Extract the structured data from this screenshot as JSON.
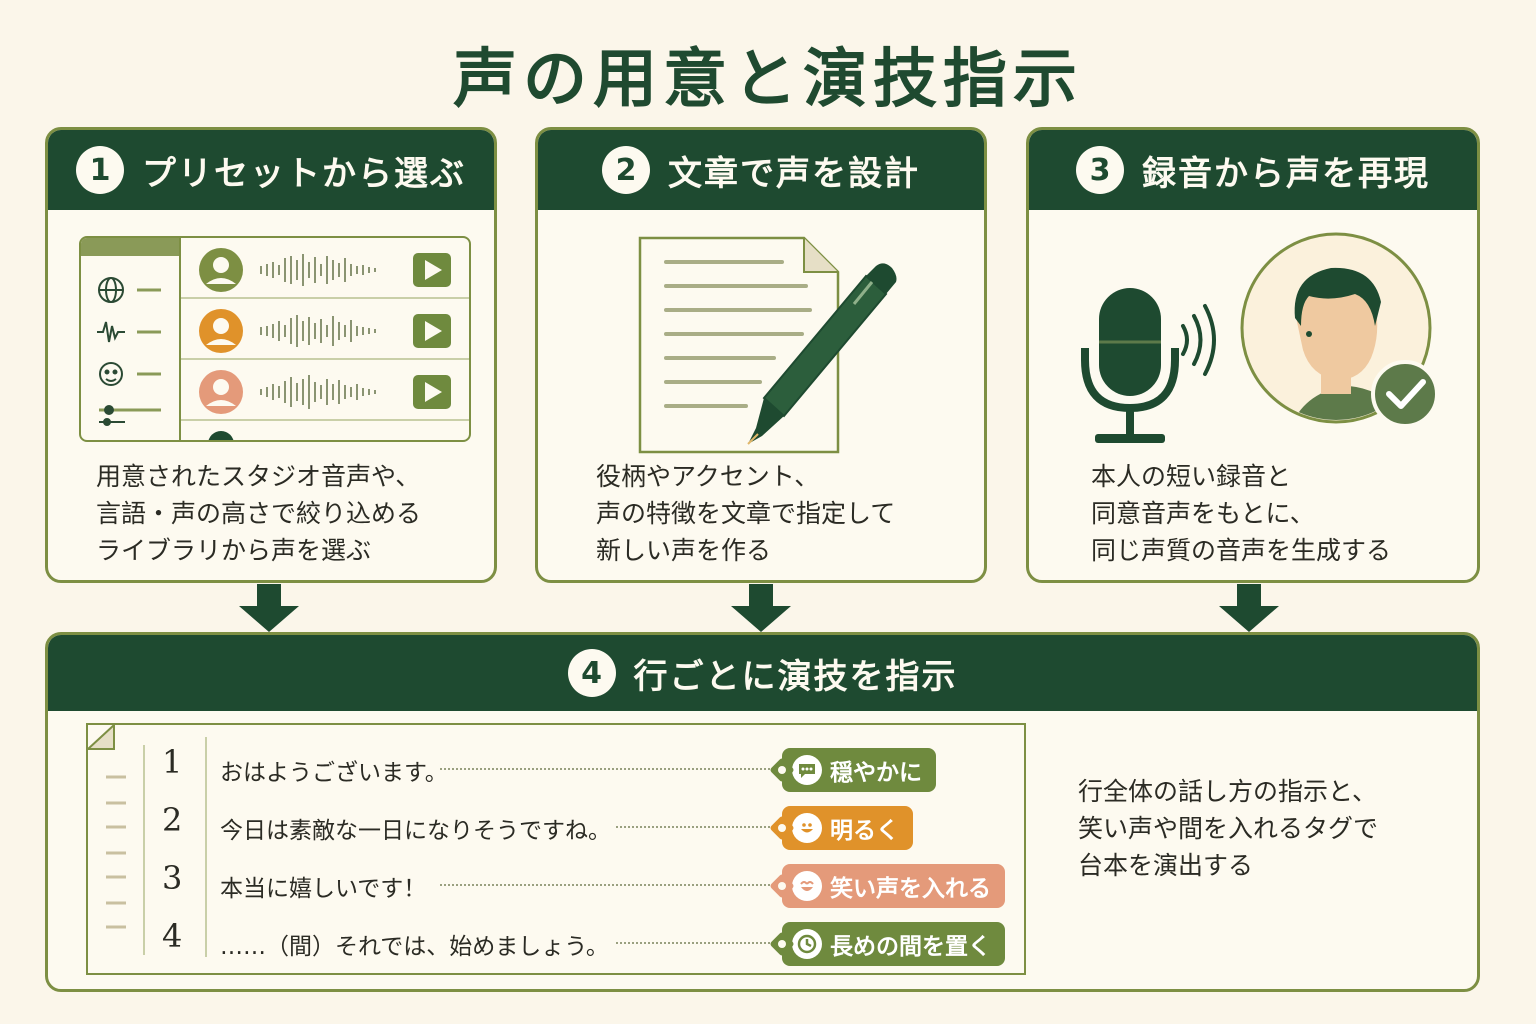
{
  "title": "声の用意と演技指示",
  "colors": {
    "dark_green": "#1e4a30",
    "olive": "#7d8f43",
    "orange": "#e0922a",
    "salmon": "#e49a7a",
    "cream": "#fbf6ea"
  },
  "panels": [
    {
      "number": "1",
      "label": "プリセットから選ぶ",
      "icon": "voice-library-list",
      "description": [
        "用意されたスタジオ音声や、",
        "言語・声の高さで絞り込める",
        "ライブラリから声を選ぶ"
      ]
    },
    {
      "number": "2",
      "label": "文章で声を設計",
      "icon": "document-and-pen",
      "description": [
        "役柄やアクセント、",
        "声の特徴を文章で指定して",
        "新しい声を作る"
      ]
    },
    {
      "number": "3",
      "label": "録音から声を再現",
      "icon": "microphone-and-person",
      "description": [
        "本人の短い録音と",
        "同意音声をもとに、",
        "同じ声質の音声を生成する"
      ]
    }
  ],
  "step4": {
    "number": "4",
    "label": "行ごとに演技を指示",
    "lines": [
      {
        "num": "1",
        "text": "おはようございます。",
        "tag": "穏やかに",
        "tag_icon": "speech-bubble-icon",
        "tag_color": "#6f8a3e"
      },
      {
        "num": "2",
        "text": "今日は素敵な一日になりそうですね。",
        "tag": "明るく",
        "tag_icon": "smile-icon",
        "tag_color": "#e0922a"
      },
      {
        "num": "3",
        "text": "本当に嬉しいです！",
        "tag": "笑い声を入れる",
        "tag_icon": "laugh-icon",
        "tag_color": "#e49a7a"
      },
      {
        "num": "4",
        "text": "……（間）それでは、始めましょう。",
        "tag": "長めの間を置く",
        "tag_icon": "clock-icon",
        "tag_color": "#6f8a3e"
      }
    ],
    "description": [
      "行全体の話し方の指示と、",
      "笑い声や間を入れるタグで",
      "台本を演出する"
    ]
  }
}
